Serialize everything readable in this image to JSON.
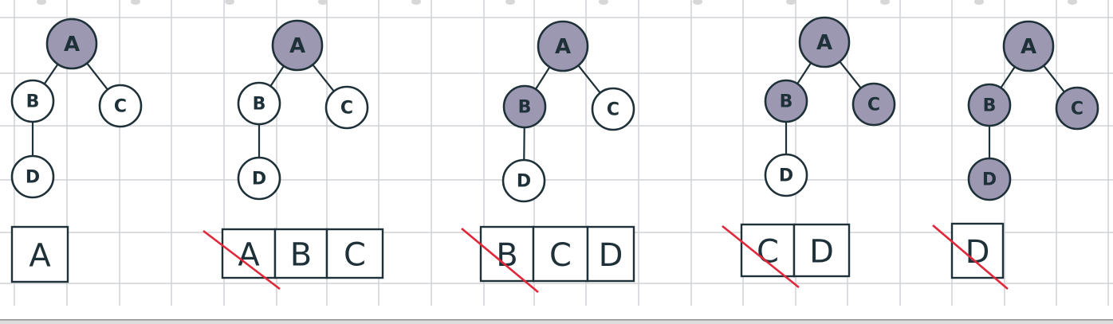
{
  "colors": {
    "visited_fill": "#9c98b2",
    "unvisited_fill": "#ffffff",
    "stroke": "#1f3138",
    "strike": "#e0283a",
    "grid": "#cfd2d6"
  },
  "panels": [
    {
      "nodes": [
        {
          "id": "A",
          "label": "A",
          "visited": true
        },
        {
          "id": "B",
          "label": "B",
          "visited": false
        },
        {
          "id": "C",
          "label": "C",
          "visited": false
        },
        {
          "id": "D",
          "label": "D",
          "visited": false
        }
      ],
      "queue": [
        {
          "label": "A",
          "struck": false
        }
      ]
    },
    {
      "nodes": [
        {
          "id": "A",
          "label": "A",
          "visited": true
        },
        {
          "id": "B",
          "label": "B",
          "visited": false
        },
        {
          "id": "C",
          "label": "C",
          "visited": false
        },
        {
          "id": "D",
          "label": "D",
          "visited": false
        }
      ],
      "queue": [
        {
          "label": "A",
          "struck": true
        },
        {
          "label": "B",
          "struck": false
        },
        {
          "label": "C",
          "struck": false
        }
      ]
    },
    {
      "nodes": [
        {
          "id": "A",
          "label": "A",
          "visited": true
        },
        {
          "id": "B",
          "label": "B",
          "visited": true
        },
        {
          "id": "C",
          "label": "C",
          "visited": false
        },
        {
          "id": "D",
          "label": "D",
          "visited": false
        }
      ],
      "queue": [
        {
          "label": "B",
          "struck": true
        },
        {
          "label": "C",
          "struck": false
        },
        {
          "label": "D",
          "struck": false
        }
      ]
    },
    {
      "nodes": [
        {
          "id": "A",
          "label": "A",
          "visited": true
        },
        {
          "id": "B",
          "label": "B",
          "visited": true
        },
        {
          "id": "C",
          "label": "C",
          "visited": true
        },
        {
          "id": "D",
          "label": "D",
          "visited": false
        }
      ],
      "queue": [
        {
          "label": "C",
          "struck": true
        },
        {
          "label": "D",
          "struck": false
        }
      ]
    },
    {
      "nodes": [
        {
          "id": "A",
          "label": "A",
          "visited": true
        },
        {
          "id": "B",
          "label": "B",
          "visited": true
        },
        {
          "id": "C",
          "label": "C",
          "visited": true
        },
        {
          "id": "D",
          "label": "D",
          "visited": true
        }
      ],
      "queue": [
        {
          "label": "D",
          "struck": true
        }
      ]
    }
  ],
  "edges": [
    [
      "A",
      "B"
    ],
    [
      "A",
      "C"
    ],
    [
      "B",
      "D"
    ]
  ]
}
